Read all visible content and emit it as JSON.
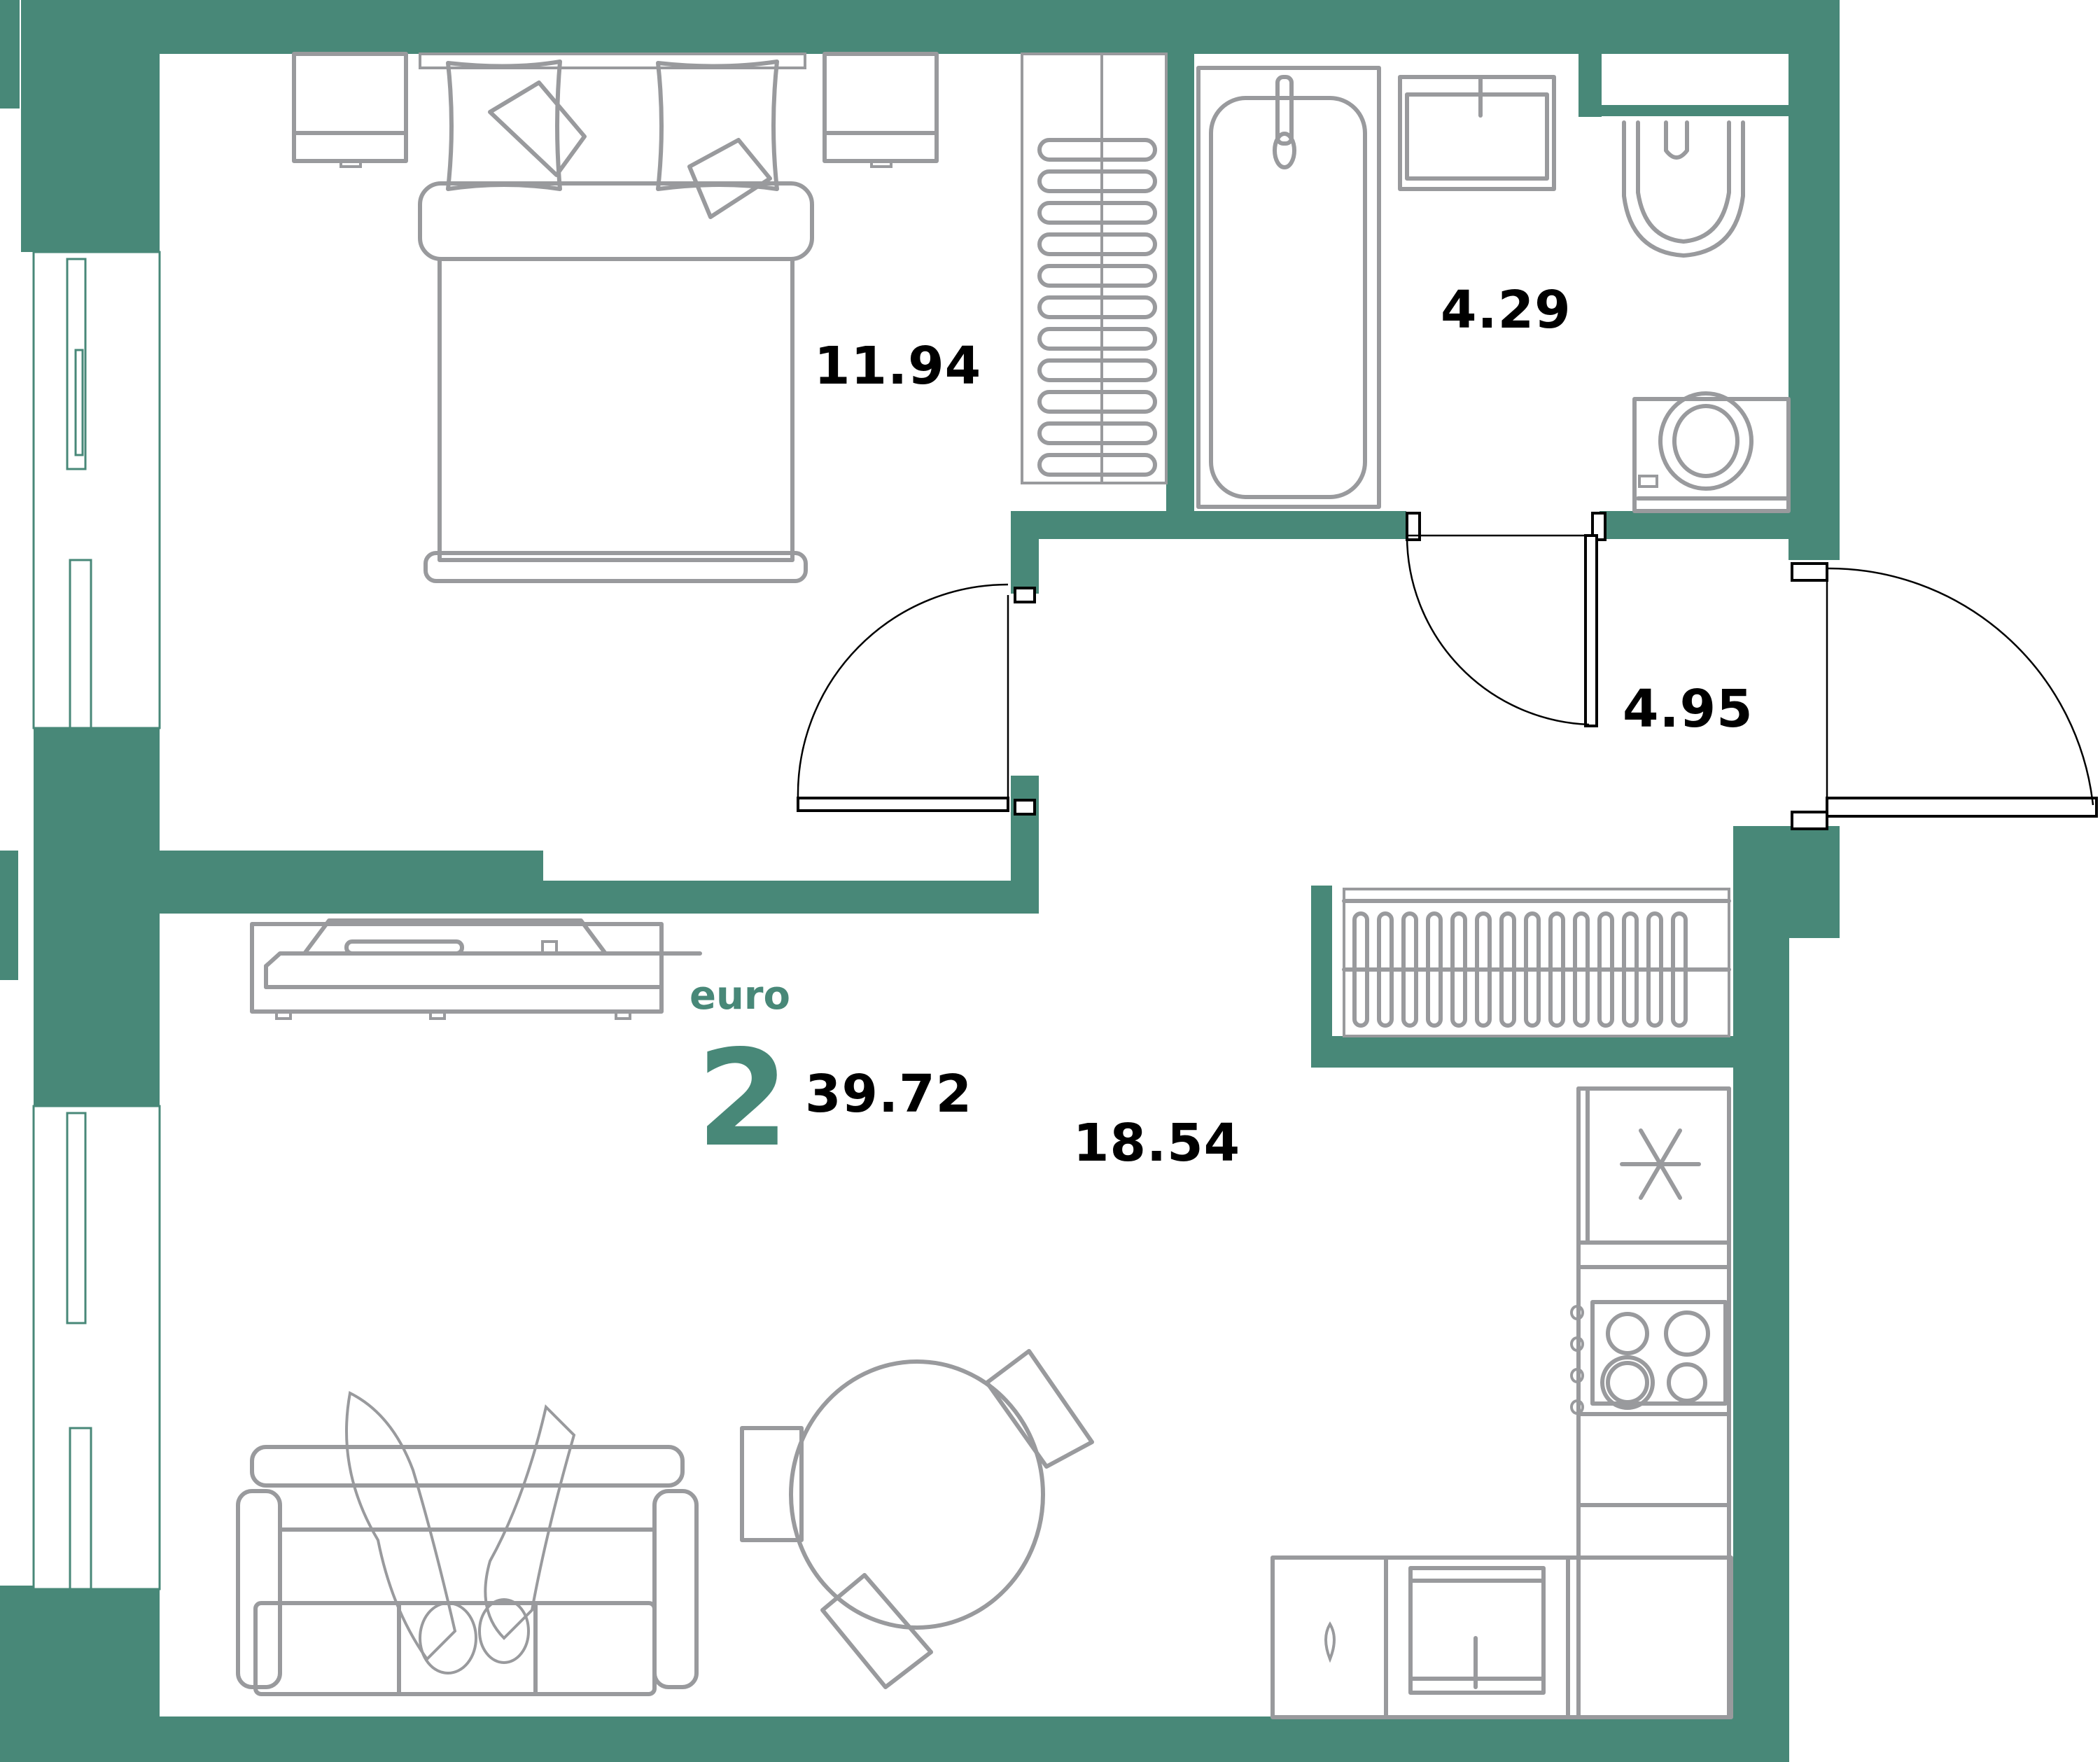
{
  "plan": {
    "brand": "euro",
    "rooms_count": "2",
    "total_area": "39.72",
    "accent_color": "#488878",
    "furniture_color": "#999a9d"
  },
  "rooms": [
    {
      "id": "bedroom",
      "area": "11.94"
    },
    {
      "id": "bathroom",
      "area": "4.29"
    },
    {
      "id": "hallway",
      "area": "4.95"
    },
    {
      "id": "kitchen-living",
      "area": "18.54"
    }
  ],
  "icons": {
    "freezer": "snowflake-icon",
    "stove": "cooktop-icon",
    "sink": "sink-icon"
  }
}
